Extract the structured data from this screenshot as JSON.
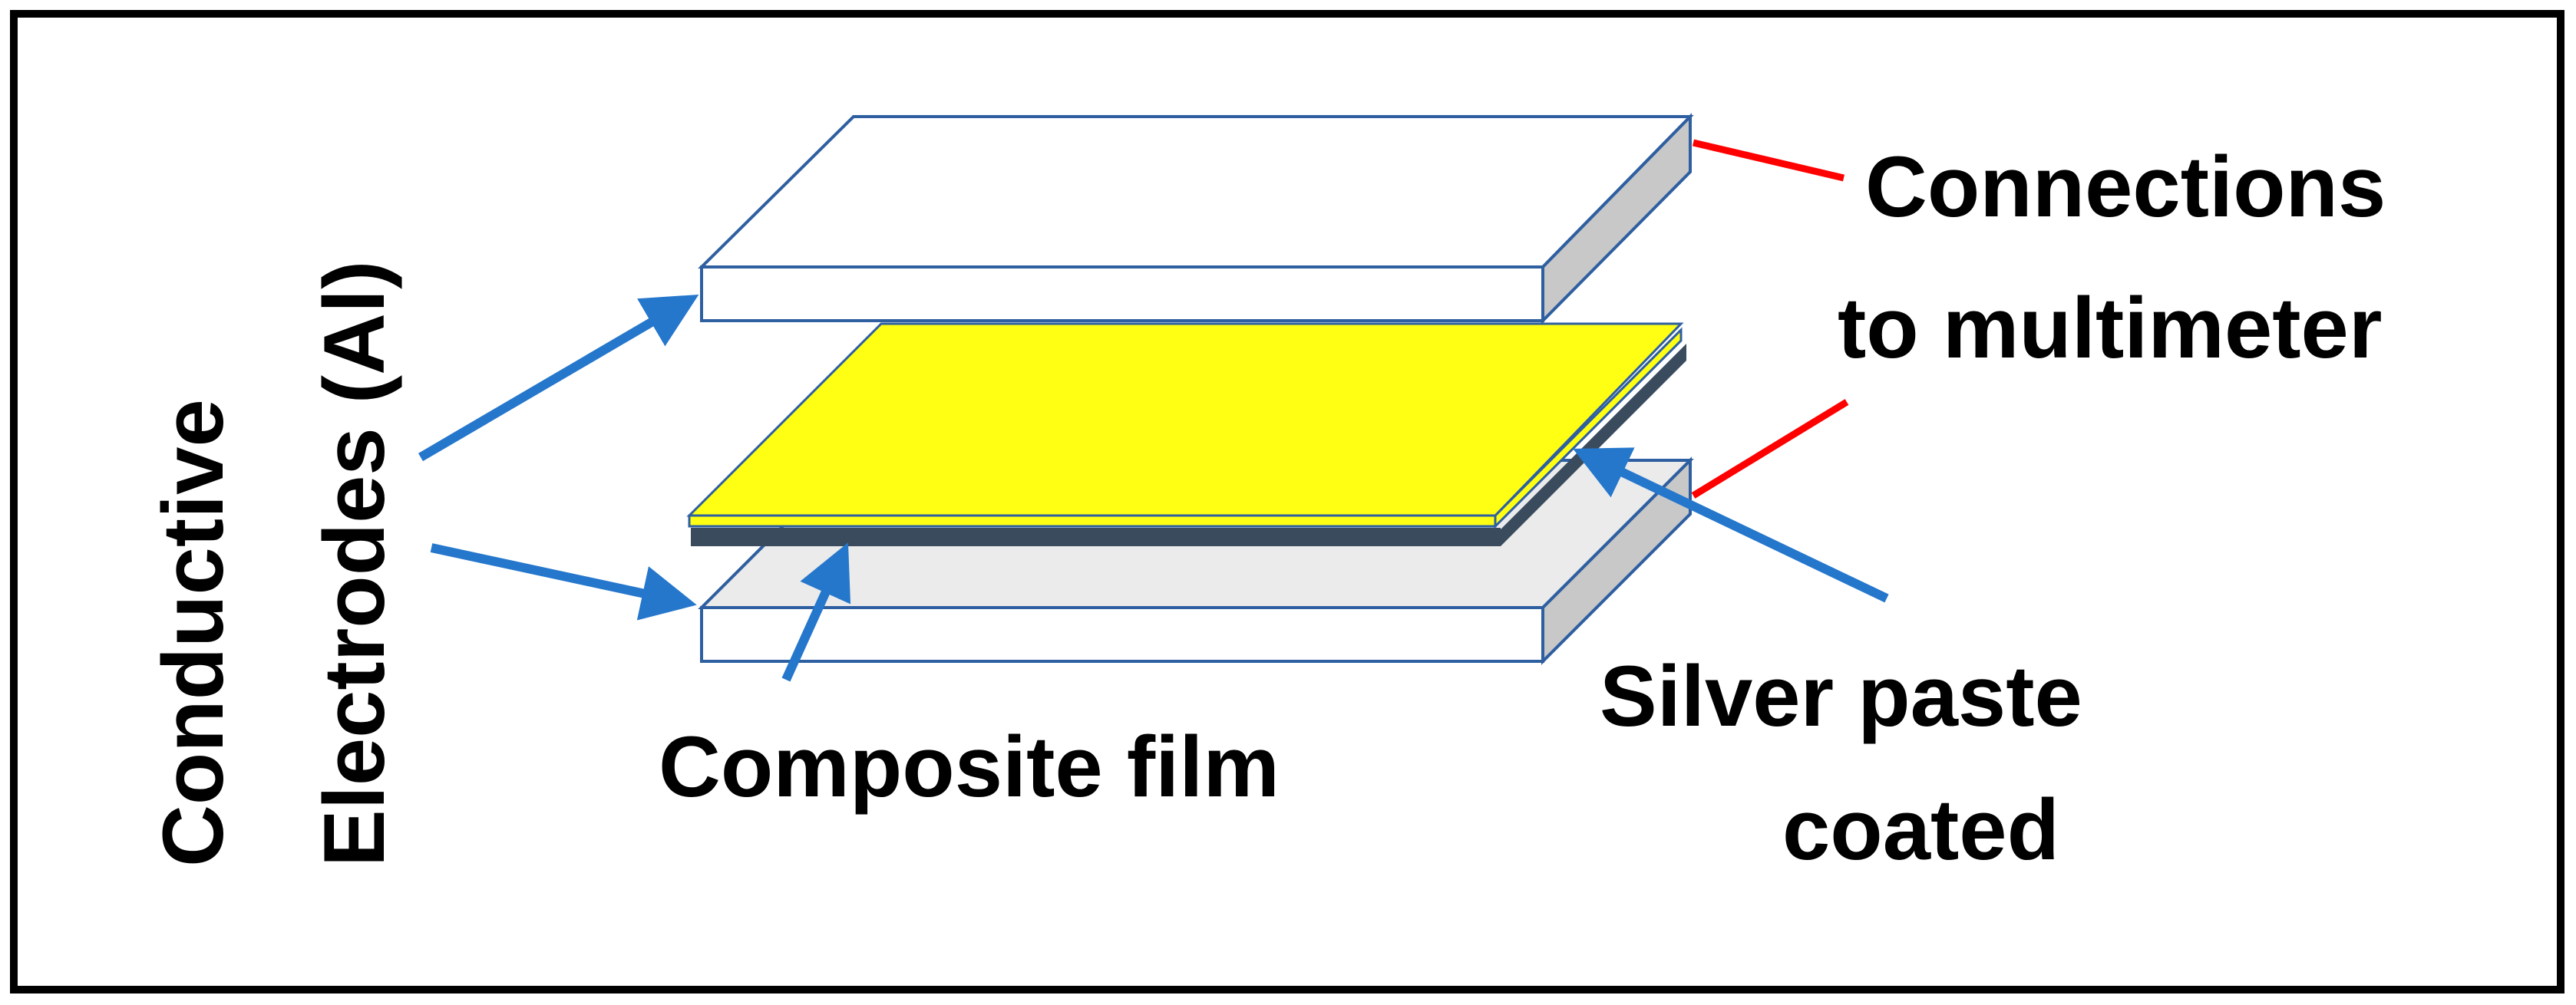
{
  "labels": {
    "electrodes_line1": "Conductive",
    "electrodes_line2": "Electrodes (Al)",
    "connections_line1": "Connections",
    "connections_line2": "to multimeter",
    "silver_line1": "Silver paste",
    "silver_line2": "coated",
    "composite": "Composite film"
  },
  "colors": {
    "frame": "#000000",
    "electrode_outline": "#2e5fa0",
    "electrode_top_face": "#ffffff",
    "lower_electrode_top_face": "#ebebeb",
    "electrode_side": "#c8c8c8",
    "film_yellow": "#ffff14",
    "silver_paste_dark": "#3a4b5e",
    "arrow_blue": "#2577cc",
    "wire_red": "#ff0000"
  }
}
